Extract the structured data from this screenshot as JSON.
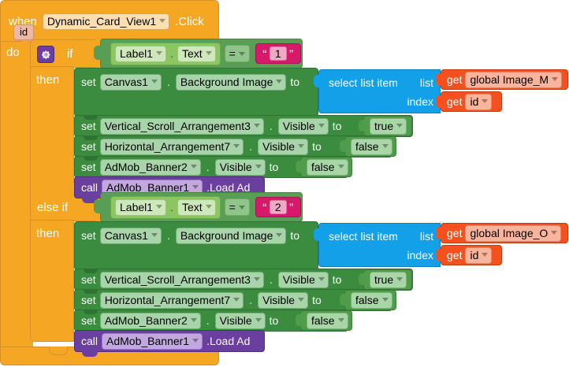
{
  "app": "MIT App Inventor Blocks Editor",
  "event": {
    "when_label": "when",
    "component": "Dynamic_Card_View1",
    "method": ".Click",
    "param": "id",
    "do_label": "do"
  },
  "control": {
    "gear_icon": "gear-icon",
    "if_label": "if",
    "then_label": "then",
    "else_if_label": "else if",
    "then_label_2": "then"
  },
  "branches": [
    {
      "condition": {
        "getter_component": "Label1",
        "getter_property": "Text",
        "separator": ".",
        "operator": "=",
        "compare_value": "1",
        "open_quote": "“",
        "close_quote": "”"
      },
      "statements": [
        {
          "kind": "set",
          "set_label": "set",
          "component": "Canvas1",
          "separator": ".",
          "property": "Background Image",
          "to_label": "to",
          "value": {
            "kind": "select-list-item",
            "title": "select list item",
            "list_label": "list",
            "index_label": "index",
            "list_get_label": "get",
            "list_variable": "global Image_M",
            "index_get_label": "get",
            "index_variable": "id"
          }
        },
        {
          "kind": "set",
          "set_label": "set",
          "component": "Vertical_Scroll_Arrangement3",
          "separator": ".",
          "property": "Visible",
          "to_label": "to",
          "value": {
            "kind": "logic",
            "text": "true"
          }
        },
        {
          "kind": "set",
          "set_label": "set",
          "component": "Horizontal_Arrangement7",
          "separator": ".",
          "property": "Visible",
          "to_label": "to",
          "value": {
            "kind": "logic",
            "text": "false"
          }
        },
        {
          "kind": "set",
          "set_label": "set",
          "component": "AdMob_Banner2",
          "separator": ".",
          "property": "Visible",
          "to_label": "to",
          "value": {
            "kind": "logic",
            "text": "false"
          }
        },
        {
          "kind": "call",
          "call_label": "call",
          "component": "AdMob_Banner1",
          "method": ".Load Ad"
        }
      ]
    },
    {
      "condition": {
        "getter_component": "Label1",
        "getter_property": "Text",
        "separator": ".",
        "operator": "=",
        "compare_value": "2",
        "open_quote": "“",
        "close_quote": "”"
      },
      "statements": [
        {
          "kind": "set",
          "set_label": "set",
          "component": "Canvas1",
          "separator": ".",
          "property": "Background Image",
          "to_label": "to",
          "value": {
            "kind": "select-list-item",
            "title": "select list item",
            "list_label": "list",
            "index_label": "index",
            "list_get_label": "get",
            "list_variable": "global Image_O",
            "index_get_label": "get",
            "index_variable": "id"
          }
        },
        {
          "kind": "set",
          "set_label": "set",
          "component": "Vertical_Scroll_Arrangement3",
          "separator": ".",
          "property": "Visible",
          "to_label": "to",
          "value": {
            "kind": "logic",
            "text": "true"
          }
        },
        {
          "kind": "set",
          "set_label": "set",
          "component": "Horizontal_Arrangement7",
          "separator": ".",
          "property": "Visible",
          "to_label": "to",
          "value": {
            "kind": "logic",
            "text": "false"
          }
        },
        {
          "kind": "set",
          "set_label": "set",
          "component": "AdMob_Banner2",
          "separator": ".",
          "property": "Visible",
          "to_label": "to",
          "value": {
            "kind": "logic",
            "text": "false"
          }
        },
        {
          "kind": "call",
          "call_label": "call",
          "component": "AdMob_Banner1",
          "method": ".Load Ad"
        }
      ]
    }
  ],
  "colors": {
    "event_orange": "#f5a623",
    "control_orange": "#f5a623",
    "set_green": "#3b8c3f",
    "compare_green": "#5a9e55",
    "getter_green": "#8cc663",
    "logic_green": "#4f9c4a",
    "text_magenta": "#d6196a",
    "list_blue": "#12a0e8",
    "variable_orange_red": "#f4511e",
    "call_purple": "#6b3fa0"
  }
}
